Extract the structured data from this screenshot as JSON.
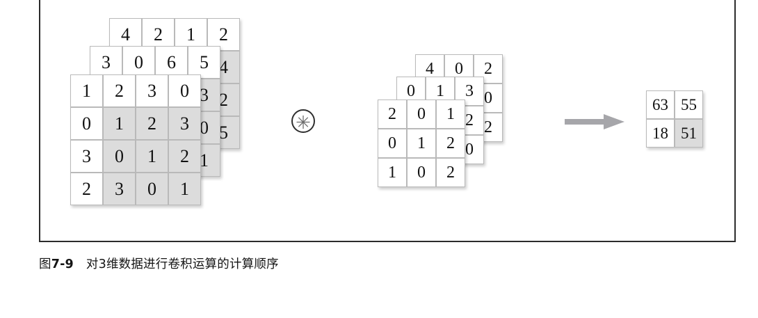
{
  "figure": {
    "caption_label": "图",
    "caption_number": "7-9",
    "caption_text": "对3维数据进行卷积运算的计算顺序",
    "operator_symbol": "✳",
    "operator_name": "convolution-operator",
    "arrow_name": "result-arrow",
    "colors": {
      "frame_border": "#2b2b2b",
      "cell_border": "#b9b9b9",
      "cell_background": "#ffffff",
      "cell_shaded": "#dcdcdc",
      "text": "#111111",
      "arrow": "#a6a6aa",
      "operator_ring": "#2f2f2f",
      "operator_glyph": "#6d6d6d"
    }
  },
  "input": {
    "label": "input-feature-map-stack",
    "planes": [
      {
        "name": "input-plane-back",
        "rows": [
          [
            "4",
            "2",
            "1",
            "2"
          ],
          [
            "",
            "",
            "",
            "4"
          ],
          [
            "",
            "",
            "",
            "2"
          ],
          [
            "",
            "",
            "",
            "5"
          ]
        ],
        "shaded": [
          [
            false,
            false,
            false,
            false
          ],
          [
            false,
            false,
            false,
            true
          ],
          [
            false,
            false,
            false,
            true
          ],
          [
            false,
            false,
            false,
            true
          ]
        ],
        "visible": [
          [
            true,
            true,
            true,
            true
          ],
          [
            false,
            false,
            false,
            true
          ],
          [
            false,
            false,
            false,
            true
          ],
          [
            false,
            false,
            false,
            true
          ]
        ]
      },
      {
        "name": "input-plane-mid",
        "rows": [
          [
            "3",
            "0",
            "6",
            "5"
          ],
          [
            "",
            "",
            "",
            "3"
          ],
          [
            "",
            "",
            "",
            "0"
          ],
          [
            "",
            "",
            "",
            "1"
          ]
        ],
        "shaded": [
          [
            false,
            false,
            false,
            false
          ],
          [
            false,
            false,
            false,
            true
          ],
          [
            false,
            false,
            false,
            true
          ],
          [
            false,
            false,
            false,
            true
          ]
        ],
        "visible": [
          [
            true,
            true,
            true,
            true
          ],
          [
            false,
            false,
            false,
            true
          ],
          [
            false,
            false,
            false,
            true
          ],
          [
            false,
            false,
            false,
            true
          ]
        ]
      },
      {
        "name": "input-plane-front",
        "rows": [
          [
            "1",
            "2",
            "3",
            "0"
          ],
          [
            "0",
            "1",
            "2",
            "3"
          ],
          [
            "3",
            "0",
            "1",
            "2"
          ],
          [
            "2",
            "3",
            "0",
            "1"
          ]
        ],
        "shaded": [
          [
            false,
            false,
            false,
            false
          ],
          [
            false,
            true,
            true,
            true
          ],
          [
            false,
            true,
            true,
            true
          ],
          [
            false,
            true,
            true,
            true
          ]
        ],
        "visible": [
          [
            true,
            true,
            true,
            true
          ],
          [
            true,
            true,
            true,
            true
          ],
          [
            true,
            true,
            true,
            true
          ],
          [
            true,
            true,
            true,
            true
          ]
        ]
      }
    ]
  },
  "kernel": {
    "label": "filter-kernel-stack",
    "planes": [
      {
        "name": "kernel-plane-back",
        "rows": [
          [
            "4",
            "0",
            "2"
          ],
          [
            "",
            "",
            "0"
          ],
          [
            "",
            "",
            "2"
          ]
        ],
        "shaded": [
          [
            false,
            false,
            false
          ],
          [
            false,
            false,
            false
          ],
          [
            false,
            false,
            false
          ]
        ],
        "visible": [
          [
            true,
            true,
            true
          ],
          [
            false,
            false,
            true
          ],
          [
            false,
            false,
            true
          ]
        ]
      },
      {
        "name": "kernel-plane-mid",
        "rows": [
          [
            "0",
            "1",
            "3"
          ],
          [
            "",
            "",
            "2"
          ],
          [
            "",
            "",
            "0"
          ]
        ],
        "shaded": [
          [
            false,
            false,
            false
          ],
          [
            false,
            false,
            false
          ],
          [
            false,
            false,
            false
          ]
        ],
        "visible": [
          [
            true,
            true,
            true
          ],
          [
            false,
            false,
            true
          ],
          [
            false,
            false,
            true
          ]
        ]
      },
      {
        "name": "kernel-plane-front",
        "rows": [
          [
            "2",
            "0",
            "1"
          ],
          [
            "0",
            "1",
            "2"
          ],
          [
            "1",
            "0",
            "2"
          ]
        ],
        "shaded": [
          [
            false,
            false,
            false
          ],
          [
            false,
            false,
            false
          ],
          [
            false,
            false,
            false
          ]
        ],
        "visible": [
          [
            true,
            true,
            true
          ],
          [
            true,
            true,
            true
          ],
          [
            true,
            true,
            true
          ]
        ]
      }
    ]
  },
  "output": {
    "label": "output-feature-map",
    "plane": {
      "name": "output-plane",
      "rows": [
        [
          "63",
          "55"
        ],
        [
          "18",
          "51"
        ]
      ],
      "shaded": [
        [
          false,
          false
        ],
        [
          false,
          true
        ]
      ],
      "visible": [
        [
          true,
          true
        ],
        [
          true,
          true
        ]
      ]
    }
  }
}
